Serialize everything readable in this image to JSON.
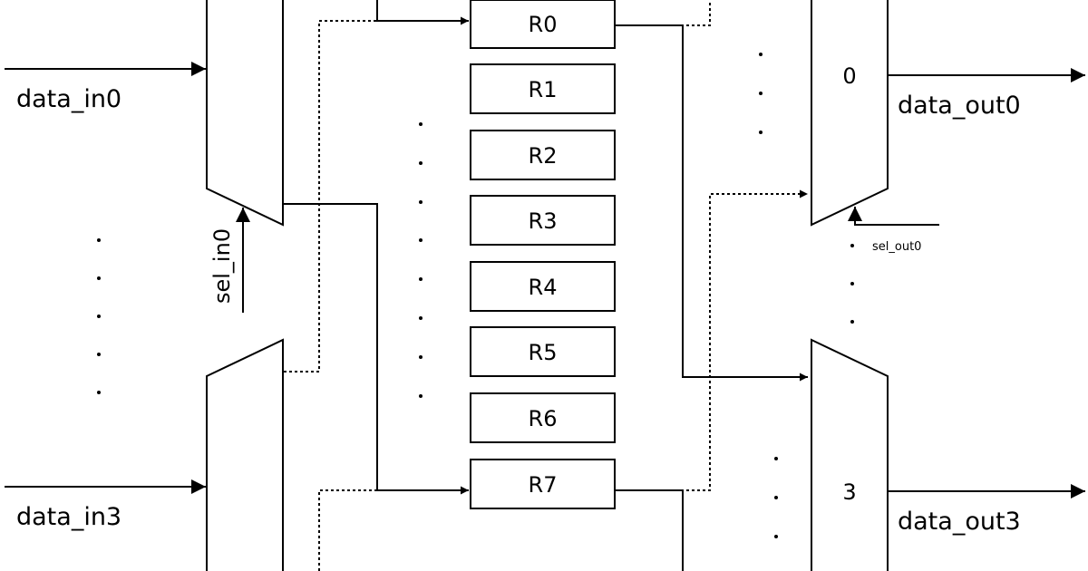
{
  "inputs": {
    "data_in0": "data_in0",
    "data_in3": "data_in3",
    "sel_in0": "sel_in0"
  },
  "registers": [
    "R0",
    "R1",
    "R2",
    "R3",
    "R4",
    "R5",
    "R6",
    "R7"
  ],
  "outputs": {
    "mux0": "0",
    "mux3": "3",
    "data_out0": "data_out0",
    "data_out3": "data_out3",
    "sel_out0": "sel_out0"
  }
}
